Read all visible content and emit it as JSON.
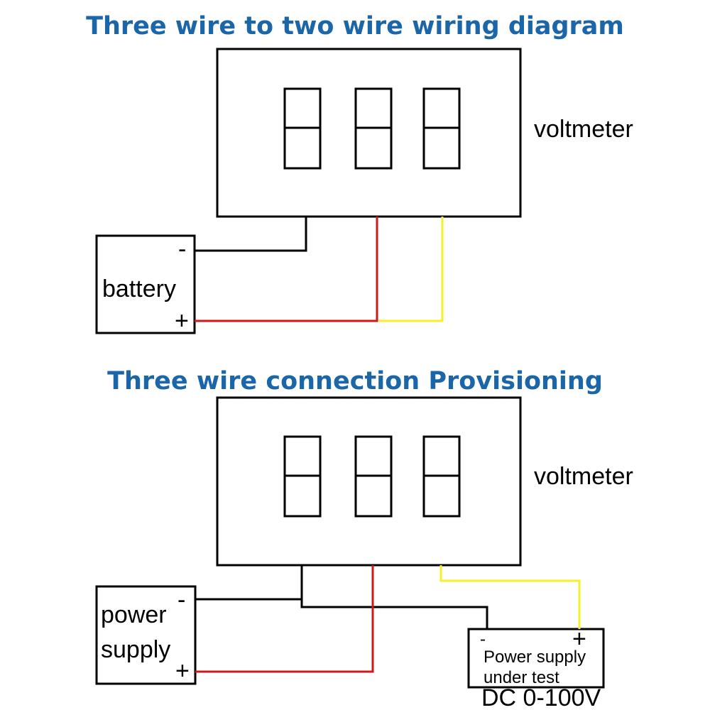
{
  "diagrams": [
    {
      "title": "Three wire to two wire wiring diagram",
      "meter_label": "voltmeter",
      "source_label": "battery",
      "minus": "-",
      "plus": "+"
    },
    {
      "title": "Three wire connection Provisioning",
      "meter_label": "voltmeter",
      "source_label_line1": "power",
      "source_label_line2": "supply",
      "minus": "-",
      "plus": "+",
      "dut_minus": "-",
      "dut_plus": "+",
      "dut_label_line1": "Power supply",
      "dut_label_line2": "under test",
      "dut_range": "DC 0-100V"
    }
  ],
  "wire_colors": {
    "ground": "#000000",
    "power": "#cc1a1a",
    "signal": "#f5f02a"
  },
  "title_color": "#1a66a8"
}
